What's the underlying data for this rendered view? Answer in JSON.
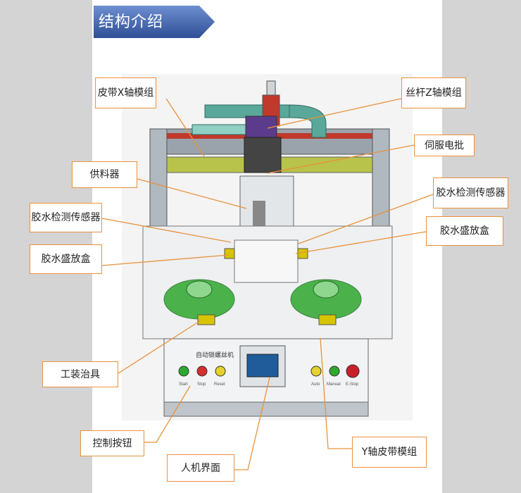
{
  "title": "结构介绍",
  "labels": {
    "belt_x": "皮带X轴模组",
    "screw_z": "丝杆Z轴模组",
    "servo_driver": "伺服电批",
    "feeder": "供料器",
    "glue_sensor_left": "胶水检测传感器",
    "glue_sensor_right": "胶水检测传感器",
    "glue_box_left": "胶水盛放盒",
    "glue_box_right": "胶水盛放盒",
    "fixture": "工装治具",
    "control_buttons": "控制按钮",
    "hmi": "人机界面",
    "belt_y": "Y轴皮带模组"
  },
  "panel": {
    "nameplate": "自动锁螺丝机",
    "btn_start": "Start",
    "btn_stop": "Stop",
    "btn_reset": "Reset",
    "btn_auto": "Auto",
    "btn_manual": "Manual",
    "btn_estop": "E-Stop"
  },
  "colors": {
    "banner_start": "#4a6fb5",
    "banner_end": "#2f4f96",
    "callout_border": "#e8923c",
    "leader": "#e8923c",
    "fixture_green": "#2fa82f",
    "rail_red": "#c0392b",
    "cable_chain": "#5aa89a",
    "motor_purple": "#5b3b8c"
  }
}
